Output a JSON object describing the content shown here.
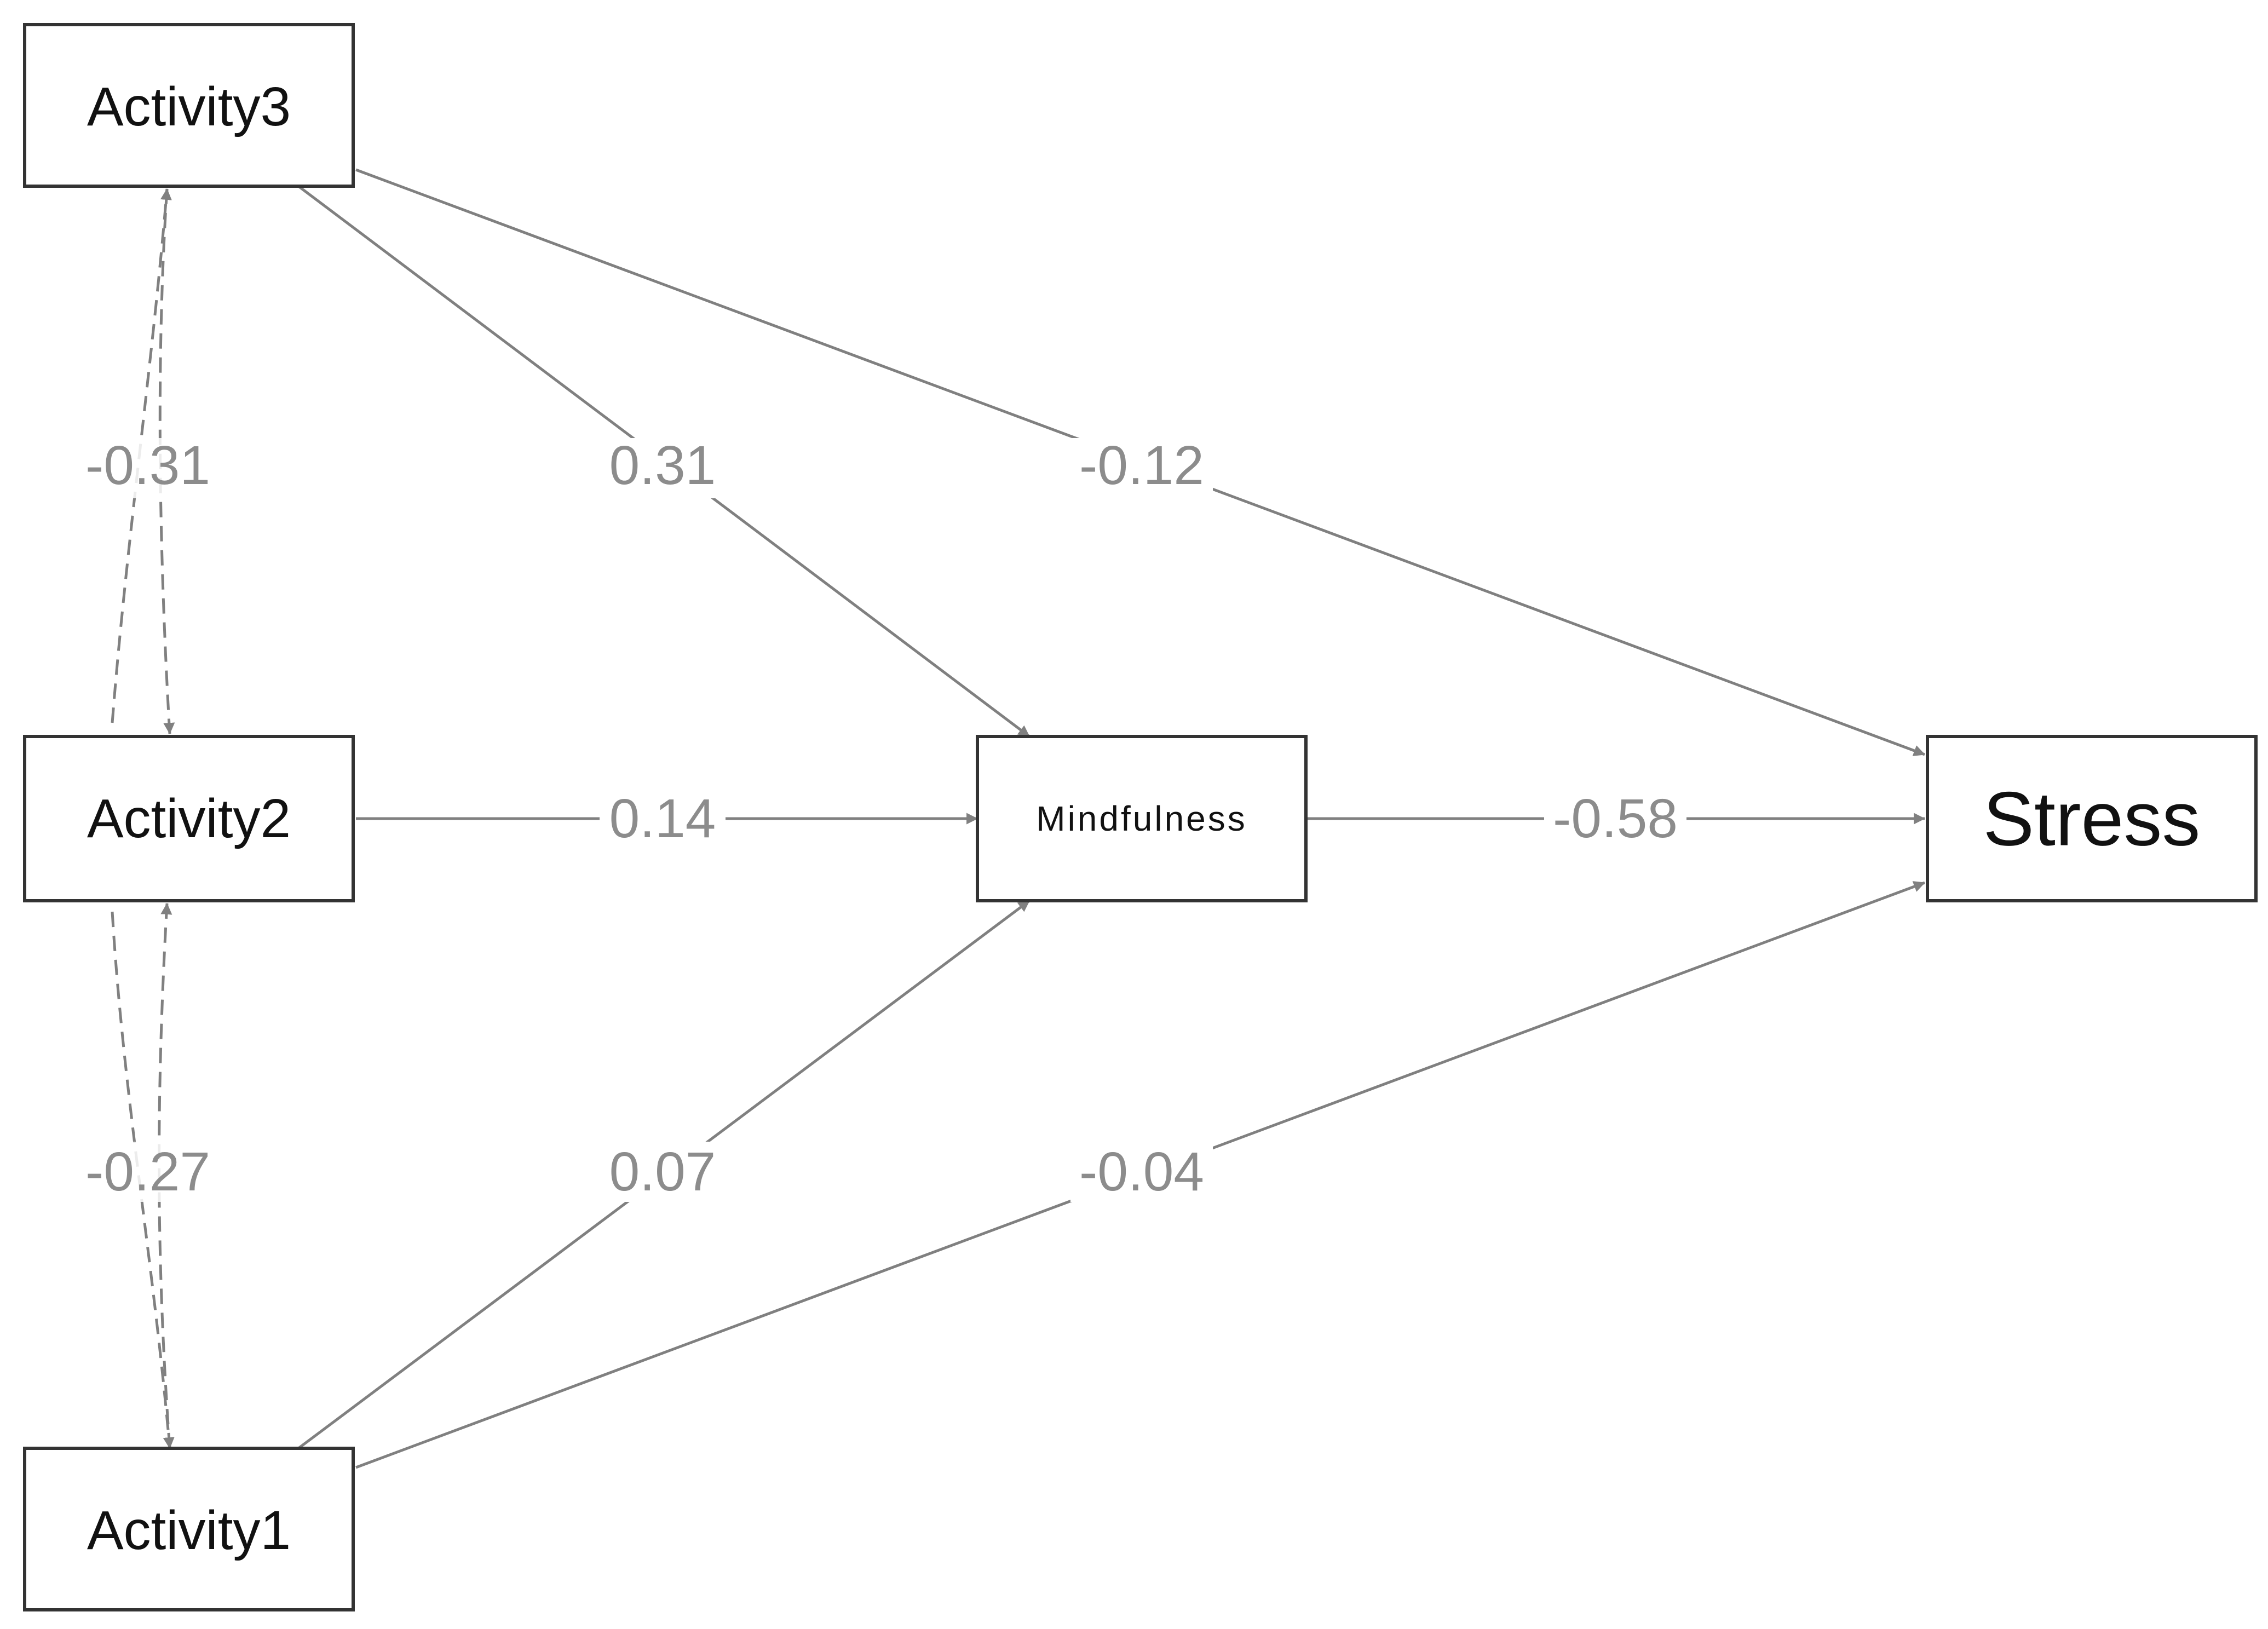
{
  "nodes": [
    {
      "id": "activity3",
      "label": "Activity3"
    },
    {
      "id": "activity2",
      "label": "Activity2"
    },
    {
      "id": "activity1",
      "label": "Activity1"
    },
    {
      "id": "mindfulness",
      "label": "Mindfulness"
    },
    {
      "id": "stress",
      "label": "Stress"
    }
  ],
  "edges": [
    {
      "from": "activity3",
      "to": "mindfulness",
      "label": "0.31",
      "style": "solid"
    },
    {
      "from": "activity3",
      "to": "stress",
      "label": "-0.12",
      "style": "solid"
    },
    {
      "from": "activity2",
      "to": "mindfulness",
      "label": "0.14",
      "style": "solid"
    },
    {
      "from": "mindfulness",
      "to": "stress",
      "label": "-0.58",
      "style": "solid"
    },
    {
      "from": "activity1",
      "to": "mindfulness",
      "label": "0.07",
      "style": "solid"
    },
    {
      "from": "activity1",
      "to": "stress",
      "label": "-0.04",
      "style": "solid"
    },
    {
      "from": "activity3",
      "to": "activity2",
      "label": "-0.31",
      "style": "dashed-bidirectional"
    },
    {
      "from": "activity2",
      "to": "activity1",
      "label": "-0.27",
      "style": "dashed-bidirectional"
    }
  ],
  "colors": {
    "edge": "#808080",
    "edge_label": "#8c8c8c",
    "box_border": "#333333"
  }
}
